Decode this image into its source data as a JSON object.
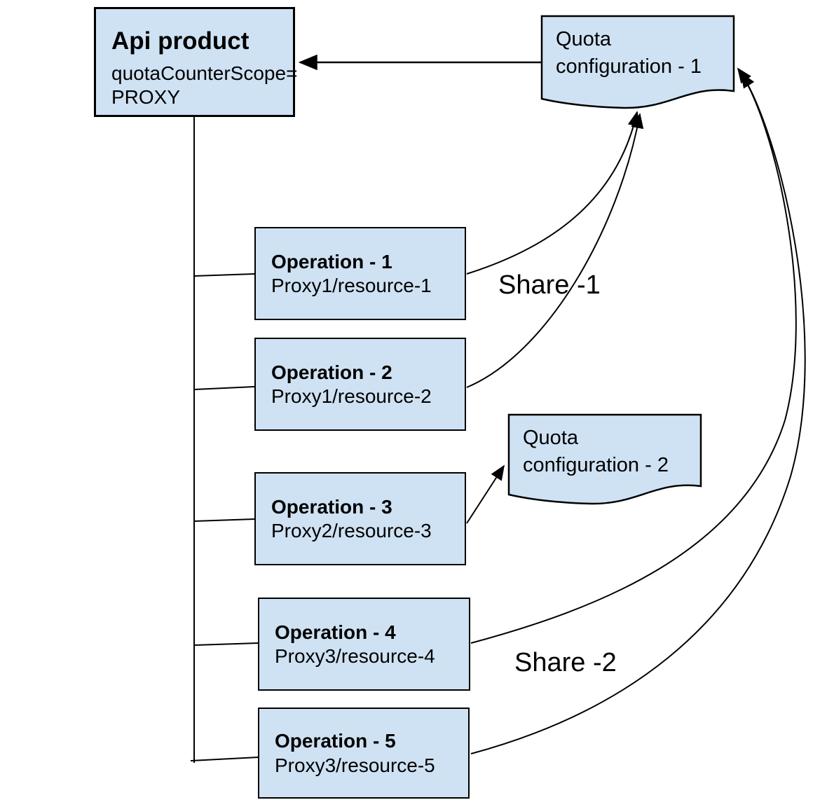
{
  "nodes": {
    "api_product": {
      "title": "Api product",
      "subtitle": "quotaCounterScope=\nPROXY"
    },
    "quota_config_1": {
      "label": "Quota\nconfiguration - 1"
    },
    "quota_config_2": {
      "label": "Quota\nconfiguration - 2"
    },
    "operations": [
      {
        "title": "Operation - 1",
        "subtitle": "Proxy1/resource-1"
      },
      {
        "title": "Operation - 2",
        "subtitle": "Proxy1/resource-2"
      },
      {
        "title": "Operation - 3",
        "subtitle": "Proxy2/resource-3"
      },
      {
        "title": "Operation - 4",
        "subtitle": "Proxy3/resource-4"
      },
      {
        "title": "Operation - 5",
        "subtitle": "Proxy3/resource-5"
      }
    ]
  },
  "labels": {
    "share_1": "Share -1",
    "share_2": "Share -2"
  },
  "colors": {
    "node_fill": "#cfe2f3",
    "node_border": "#000000",
    "connector": "#000000",
    "background": "#ffffff",
    "text": "#000000"
  }
}
